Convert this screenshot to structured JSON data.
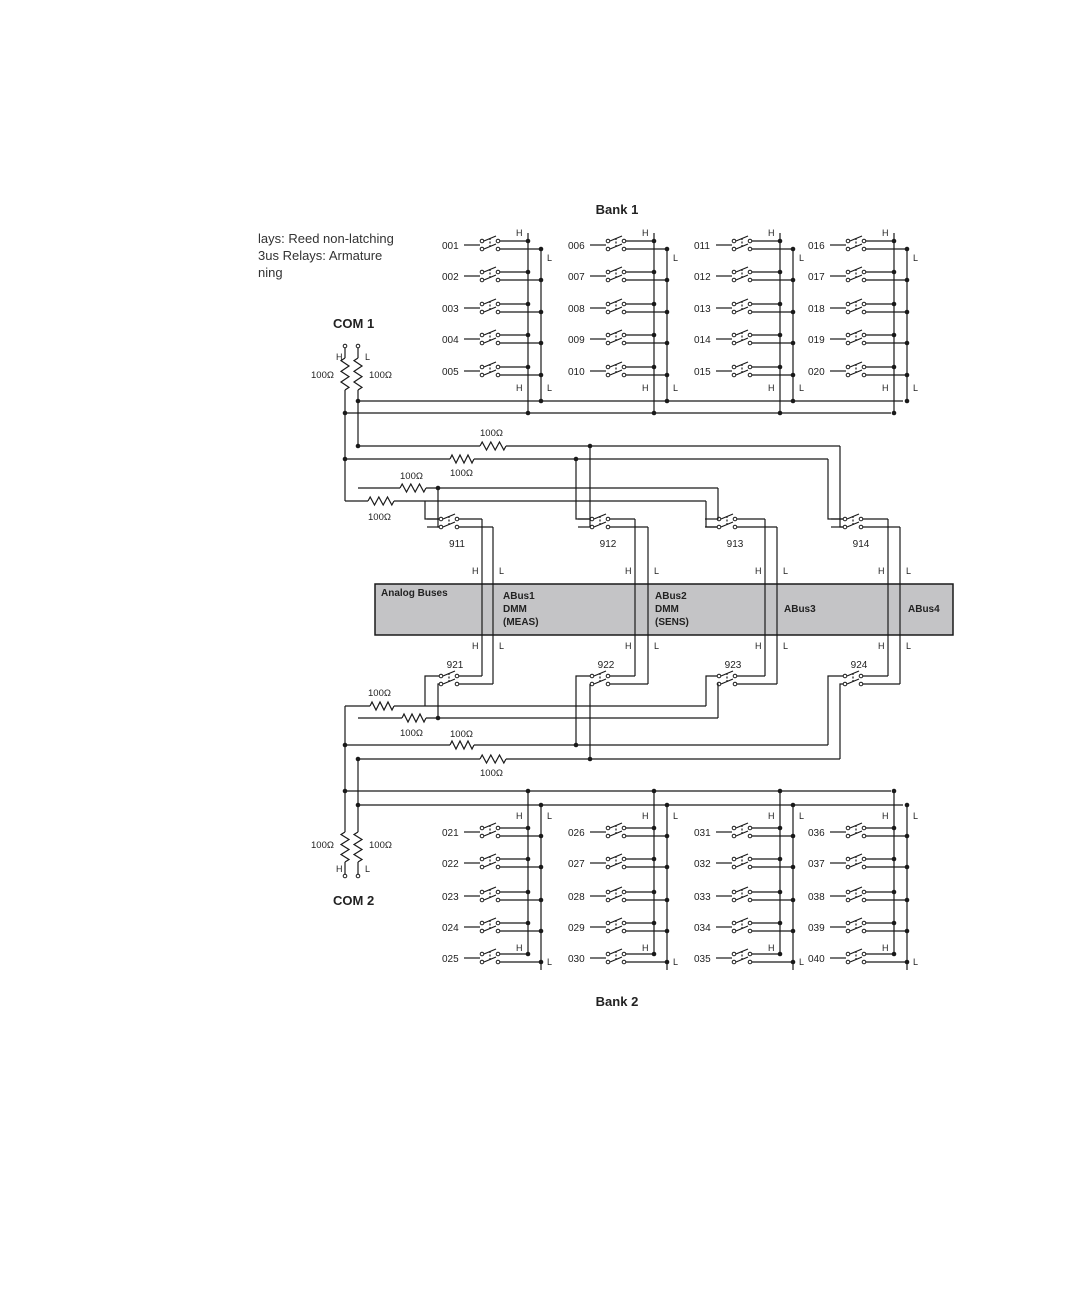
{
  "notes": [
    "lays: Reed non-latching",
    "3us Relays: Armature",
    "ning"
  ],
  "bank1": {
    "title": "Bank 1",
    "groups": [
      [
        "001",
        "002",
        "003",
        "004",
        "005"
      ],
      [
        "006",
        "007",
        "008",
        "009",
        "010"
      ],
      [
        "011",
        "012",
        "013",
        "014",
        "015"
      ],
      [
        "016",
        "017",
        "018",
        "019",
        "020"
      ]
    ]
  },
  "bank2": {
    "title": "Bank 2",
    "groups": [
      [
        "021",
        "022",
        "023",
        "024",
        "025"
      ],
      [
        "026",
        "027",
        "028",
        "029",
        "030"
      ],
      [
        "031",
        "032",
        "033",
        "034",
        "035"
      ],
      [
        "036",
        "037",
        "038",
        "039",
        "040"
      ]
    ]
  },
  "com1": {
    "label": "COM 1",
    "h": "H",
    "l": "L",
    "r_left": "100Ω",
    "r_right": "100Ω"
  },
  "com2": {
    "label": "COM 2",
    "h": "H",
    "l": "L",
    "r_left": "100Ω",
    "r_right": "100Ω"
  },
  "h_label": "H",
  "l_label": "L",
  "resistor_label": "100Ω",
  "bus_relays_top": [
    "911",
    "912",
    "913",
    "914"
  ],
  "bus_relays_bottom": [
    "921",
    "922",
    "923",
    "924"
  ],
  "analog_buses": {
    "title": "Analog Buses",
    "abus1": [
      "ABus1",
      "DMM",
      "(MEAS)"
    ],
    "abus2": [
      "ABus2",
      "DMM",
      "(SENS)"
    ],
    "abus3": "ABus3",
    "abus4": "ABus4",
    "fill": "#c4c4c6"
  }
}
